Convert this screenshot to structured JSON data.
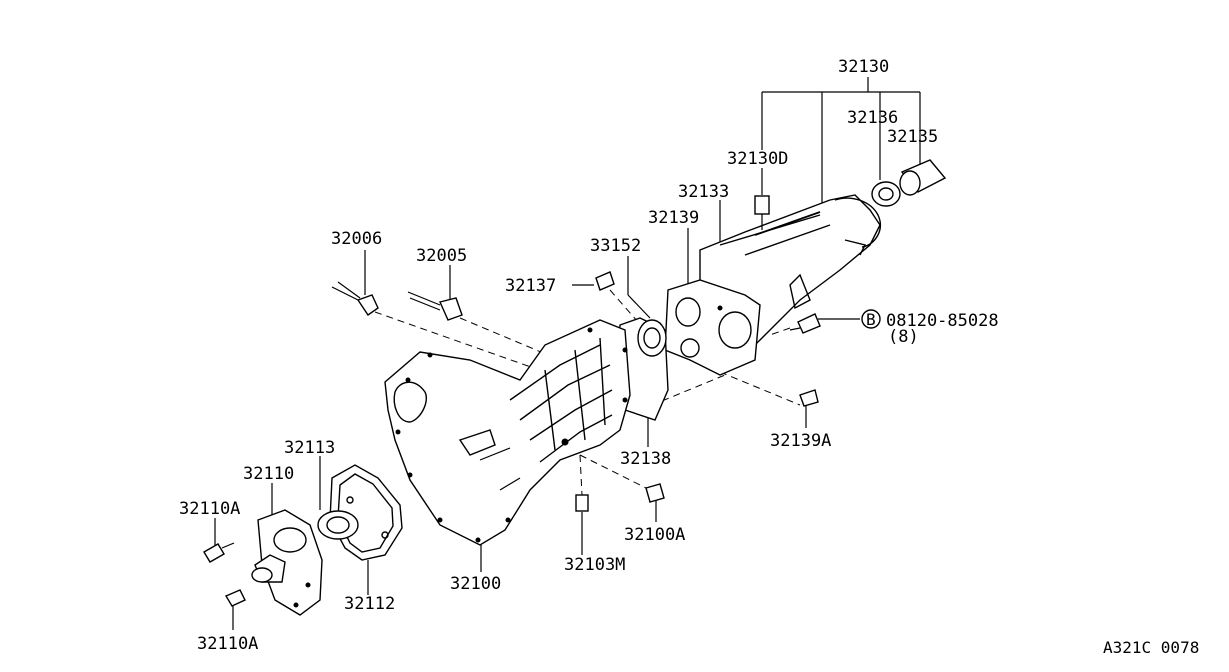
{
  "diagram": {
    "labels": {
      "p32130": "32130",
      "p32136": "32136",
      "p32135": "32135",
      "p32130D": "32130D",
      "p32133": "32133",
      "p32139": "32139",
      "p33152": "33152",
      "p32006": "32006",
      "p32005": "32005",
      "p32137": "32137",
      "bolt_code": "08120-85028",
      "bolt_qty": "(8)",
      "bolt_circle": "B",
      "p32139A": "32139A",
      "p32138": "32138",
      "p32113": "32113",
      "p32110": "32110",
      "p32110A_top": "32110A",
      "p32100A": "32100A",
      "p32103M": "32103M",
      "p32112": "32112",
      "p32100": "32100",
      "p32110A_bottom": "32110A"
    },
    "figure_code": "A321C 0078"
  }
}
